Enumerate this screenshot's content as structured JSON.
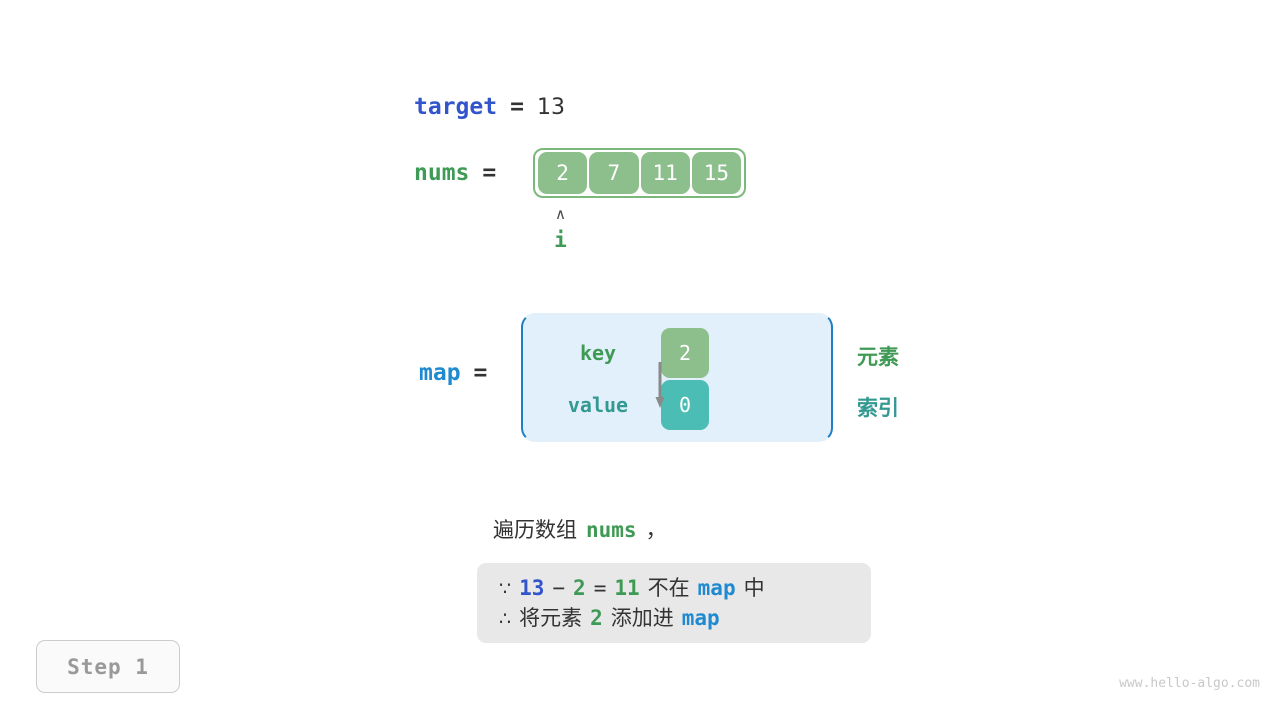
{
  "target": {
    "name": "target",
    "equals": "=",
    "value": "13"
  },
  "nums": {
    "name": "nums",
    "equals": "=",
    "cells": [
      "2",
      "7",
      "11",
      "15"
    ]
  },
  "pointer": {
    "caret": "∧",
    "label": "i"
  },
  "map": {
    "name": "map",
    "equals": "=",
    "key_label": "key",
    "value_label": "value",
    "key_cell": "2",
    "value_cell": "0",
    "side_element": "元素",
    "side_index": "索引"
  },
  "caption": {
    "prefix": "遍历数组",
    "keyword": "nums",
    "suffix": "，"
  },
  "reason": {
    "line1": {
      "symbol": "∵",
      "a": "13",
      "minus": "−",
      "b": "2",
      "equals": "=",
      "result": "11",
      "text_mid": "不在",
      "map": "map",
      "text_end": "中"
    },
    "line2": {
      "symbol": "∴",
      "text_start": "将元素",
      "element": "2",
      "text_mid": "添加进",
      "map": "map"
    }
  },
  "step": {
    "label": "Step 1"
  },
  "watermark": {
    "text": "www.hello-algo.com"
  },
  "colors": {
    "target_blue": "#3355cc",
    "map_blue": "#1f8ad0",
    "green": "#3f9a55",
    "cell_green": "#8cbf8c",
    "cell_teal": "#4cbdb5",
    "teal_text": "#349a91",
    "map_bg": "#e2f0fb",
    "map_border": "#1f7fc4",
    "reason_bg": "#e8e8e8"
  }
}
